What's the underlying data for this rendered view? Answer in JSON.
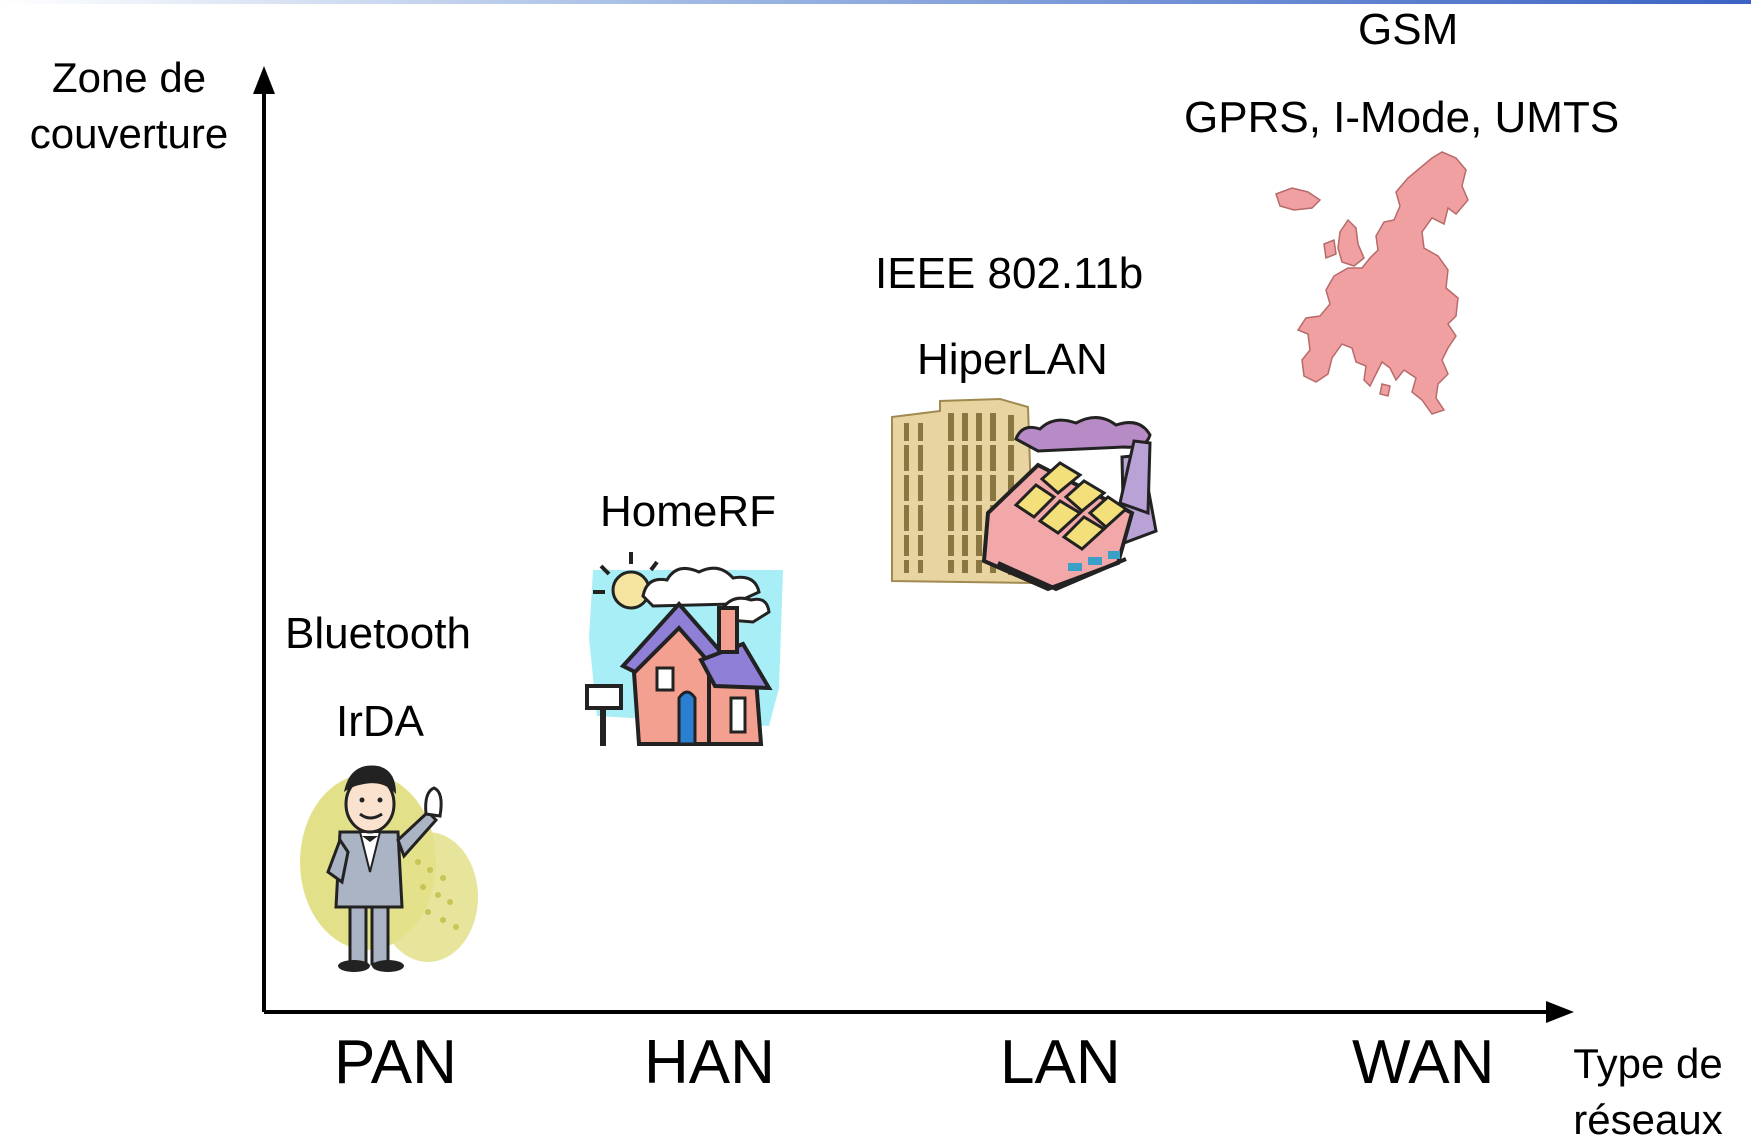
{
  "axes": {
    "y_title_line1": "Zone de",
    "y_title_line2": "couverture",
    "x_title_line1": "Type de",
    "x_title_line2": "réseaux"
  },
  "categories": [
    {
      "name": "PAN",
      "technologies": [
        "Bluetooth",
        "IrDA"
      ],
      "icon": "waving-man-icon"
    },
    {
      "name": "HAN",
      "technologies": [
        "HomeRF"
      ],
      "icon": "house-icon"
    },
    {
      "name": "LAN",
      "technologies": [
        "IEEE 802.11b",
        "HiperLAN"
      ],
      "icon": "buildings-icon"
    },
    {
      "name": "WAN",
      "technologies": [
        "GSM",
        "GPRS, I-Mode, UMTS"
      ],
      "icon": "europe-map-icon"
    }
  ],
  "colors": {
    "axis": "#000000",
    "map_fill": "#f0a0a0",
    "house_wall": "#f4a090",
    "house_roof": "#8f7fd6",
    "tower": "#e8d4a0",
    "smoke": "#b78cc6",
    "man_backdrop": "#e3e08a"
  }
}
